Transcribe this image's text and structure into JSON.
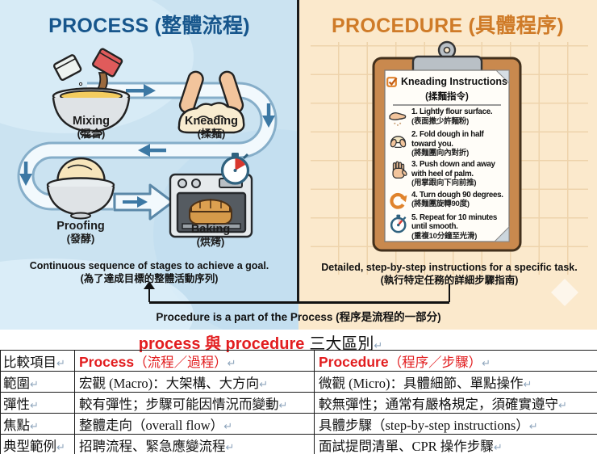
{
  "left_panel": {
    "title_en": "PROCESS",
    "title_zh": "(整體流程)",
    "stages": [
      {
        "en": "Mixing",
        "zh": "(混合)",
        "icon": "mixing-bowl-icon"
      },
      {
        "en": "Kneading",
        "zh": "(揉麵)",
        "icon": "kneading-hands-icon"
      },
      {
        "en": "Proofing",
        "zh": "(發酵)",
        "icon": "proofing-bowl-icon"
      },
      {
        "en": "Baking",
        "zh": "(烘烤)",
        "icon": "oven-icon"
      }
    ],
    "caption_en": "Continuous sequence of stages to achieve a goal.",
    "caption_zh": "(為了達成目標的整體活動序列)"
  },
  "right_panel": {
    "title_en": "PROCEDURE",
    "title_zh": "(具體程序)",
    "clipboard": {
      "title": "Kneading Instructions",
      "subtitle": "(揉麵指令)",
      "title_icon": "checkbox-checked-icon",
      "steps": [
        {
          "en": "1. Lightly flour surface.",
          "zh": "(表面撒少許麵粉)",
          "icon": "sprinkle-hand-icon"
        },
        {
          "en": "2. Fold dough in half toward you.",
          "zh": "(將麵團向內對折)",
          "icon": "folding-hands-icon"
        },
        {
          "en": "3. Push down and away with heel of palm.",
          "zh": "(用掌跟向下向前推)",
          "icon": "palm-hand-icon"
        },
        {
          "en": "4. Turn dough 90 degrees.",
          "zh": "(將麵團旋轉90度)",
          "icon": "rotate-arrow-icon"
        },
        {
          "en": "5. Repeat for 10 minutes until smooth.",
          "zh": "(重複10分鐘至光滑)",
          "icon": "stopwatch-icon"
        }
      ]
    },
    "caption_en": "Detailed, step-by-step instructions for a specific task.",
    "caption_zh": "(執行特定任務的詳細步驟指南)"
  },
  "bridge_caption": "Procedure is a part of the Process (程序是流程的一部分)",
  "section_title": {
    "red": "process 與 procedure",
    "black": "三大區別",
    "mark": "↵"
  },
  "table": {
    "return_mark": "↵",
    "header": {
      "c0": "比較項目",
      "c1_en": "Process",
      "c1_zh": "（流程／過程）",
      "c2_en": "Procedure",
      "c2_zh": "（程序／步驟）"
    },
    "rows": [
      {
        "c0": "範圍",
        "c1": "宏觀 (Macro)：大架構、大方向",
        "c2": "微觀 (Micro)：具體細節、單點操作"
      },
      {
        "c0": "彈性",
        "c1": "較有彈性；步驟可能因情況而變動",
        "c2": "較無彈性；通常有嚴格規定，須確實遵守"
      },
      {
        "c0": "焦點",
        "c1": "整體走向（overall flow）",
        "c2": "具體步驟（step-by-step instructions）"
      },
      {
        "c0": "典型範例",
        "c1": "招聘流程、緊急應變流程",
        "c2": "面試提問清單、CPR 操作步驟"
      }
    ]
  },
  "colors": {
    "process_blue": "#17568c",
    "procedure_orange": "#cf7b28",
    "accent_red": "#e21d1f",
    "left_bg": "#cbe3f1",
    "right_bg": "#fbe9cc",
    "flow_arrow_blue": "#3c78a4"
  }
}
